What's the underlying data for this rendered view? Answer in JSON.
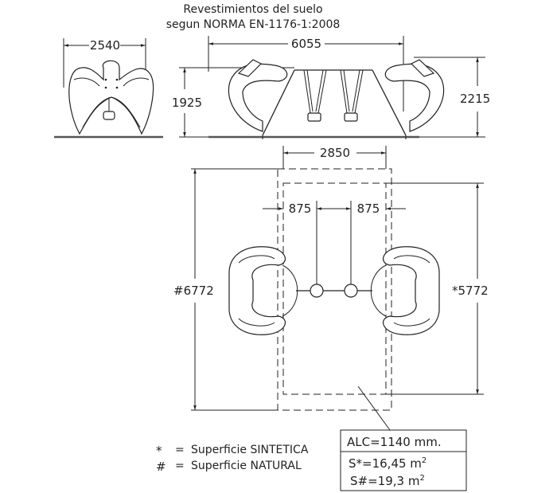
{
  "title": {
    "line1": "Revestimientos del suelo",
    "line2": "segun NORMA EN-1176-1:2008"
  },
  "dimensions": {
    "side_width": "2540",
    "front_width": "6055",
    "beam_height": "1925",
    "total_height": "2215",
    "plan_width": "2850",
    "seat_spacing_left": "875",
    "seat_spacing_right": "875",
    "natural_length": "#6772",
    "synthetic_length": "*5772"
  },
  "legend": {
    "synthetic_symbol": "*",
    "synthetic_eq": "=",
    "synthetic_label": "Superficie SINTETICA",
    "natural_symbol": "#",
    "natural_eq": "=",
    "natural_label": "Superficie NATURAL"
  },
  "info_box": {
    "alc": "ALC=1140 mm.",
    "s_synthetic": "S*=16,45 m",
    "s_natural": "S#=19,3 m",
    "unit_exp": "2"
  }
}
